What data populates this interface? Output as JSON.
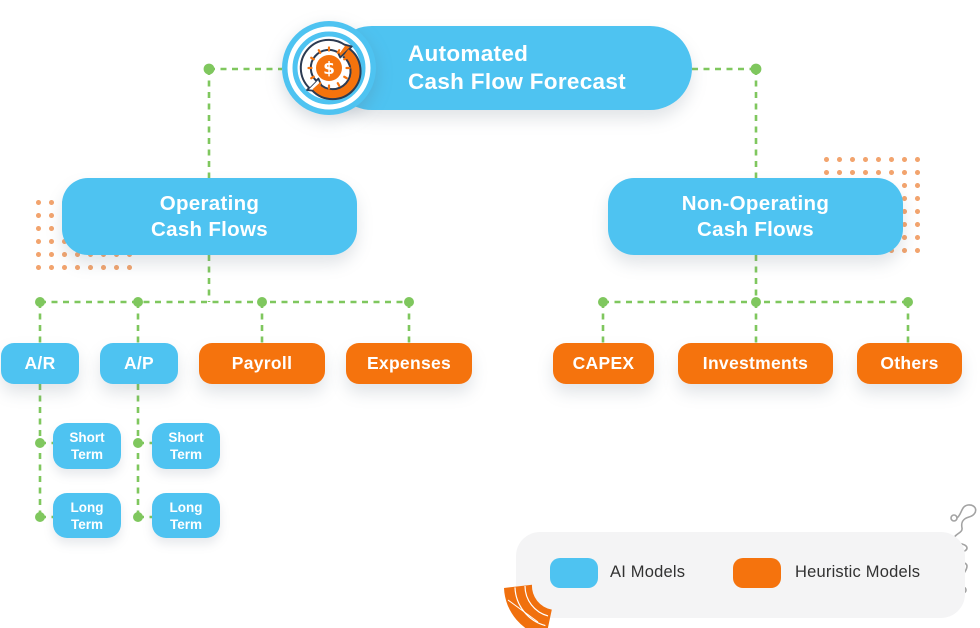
{
  "header": {
    "line1": "Automated",
    "line2": "Cash Flow Forecast"
  },
  "icon": {
    "dollar_symbol": "$"
  },
  "nodes": {
    "operating": {
      "line1": "Operating",
      "line2": "Cash Flows"
    },
    "non_operating": {
      "line1": "Non-Operating",
      "line2": "Cash Flows"
    },
    "ar": "A/R",
    "ap": "A/P",
    "payroll": "Payroll",
    "expenses": "Expenses",
    "capex": "CAPEX",
    "investments": "Investments",
    "others": "Others",
    "short_term": {
      "line1": "Short",
      "line2": "Term"
    },
    "long_term": {
      "line1": "Long",
      "line2": "Term"
    }
  },
  "legend": {
    "ai_label": "AI Models",
    "heuristic_label": "Heuristic Models"
  },
  "colors": {
    "ai_blue": "#4EC3F1",
    "heuristic_orange": "#F5730D",
    "connector_green": "#7FC75E",
    "dot_pattern_orange": "#F2A46E",
    "legend_bg": "#F4F4F5",
    "text_dark": "#323232",
    "icon_outline_navy": "#2C3B52",
    "box_text_white": "#FFFFFF"
  }
}
